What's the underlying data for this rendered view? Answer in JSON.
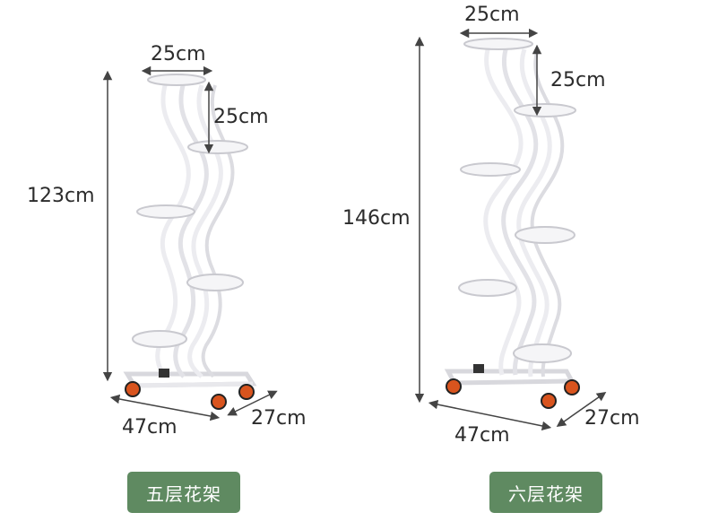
{
  "colors": {
    "badge_bg": "#5f8a61",
    "badge_text": "#ffffff",
    "frame": "#f1f1f3",
    "frame_shadow": "#c9c9cf",
    "caster": "#d9541e",
    "arrow": "#444444"
  },
  "left_stand": {
    "label": "五层花架",
    "height": "123cm",
    "top_width": "25cm",
    "tier_gap": "25cm",
    "base_length": "47cm",
    "base_depth": "27cm",
    "tiers": 5
  },
  "right_stand": {
    "label": "六层花架",
    "height": "146cm",
    "top_width": "25cm",
    "tier_gap": "25cm",
    "base_length": "47cm",
    "base_depth": "27cm",
    "tiers": 6
  }
}
